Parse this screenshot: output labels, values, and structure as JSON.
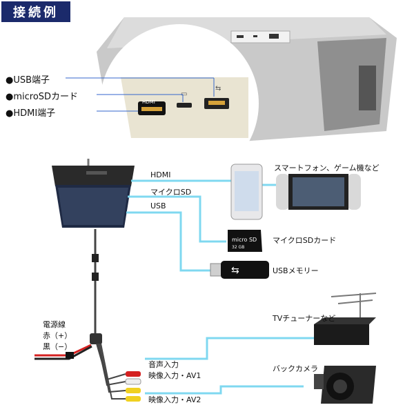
{
  "title": "接続例",
  "ports": [
    {
      "label": "●USB端子"
    },
    {
      "label": "●microSDカード"
    },
    {
      "label": "●HDMI端子"
    }
  ],
  "hdmi_port_text": "HDMI",
  "connections": [
    {
      "label": "HDMI"
    },
    {
      "label": "マイクロSD"
    },
    {
      "label": "USB"
    }
  ],
  "devices": {
    "smartphone": "スマートフォン、ゲーム機など",
    "microsd": "マイクロSDカード",
    "usb": "USBメモリー",
    "tuner": "TVチューナーなど",
    "camera": "バックカメラ"
  },
  "sd_card_text": "micro SD",
  "sd_card_size": "32 GB",
  "power": {
    "title": "電源線",
    "red": "赤（+）",
    "black": "黒（−）"
  },
  "av_inputs": {
    "av1_audio": "音声入力",
    "av1_video": "映像入力・AV1",
    "av2_video": "映像入力・AV2"
  },
  "colors": {
    "title_bg": "#1b2a6b",
    "wire": "#7fd8f0",
    "power_red": "#d42020",
    "rca_red": "#d42020",
    "rca_white": "#eeeeee",
    "rca_yellow": "#f0d020"
  }
}
